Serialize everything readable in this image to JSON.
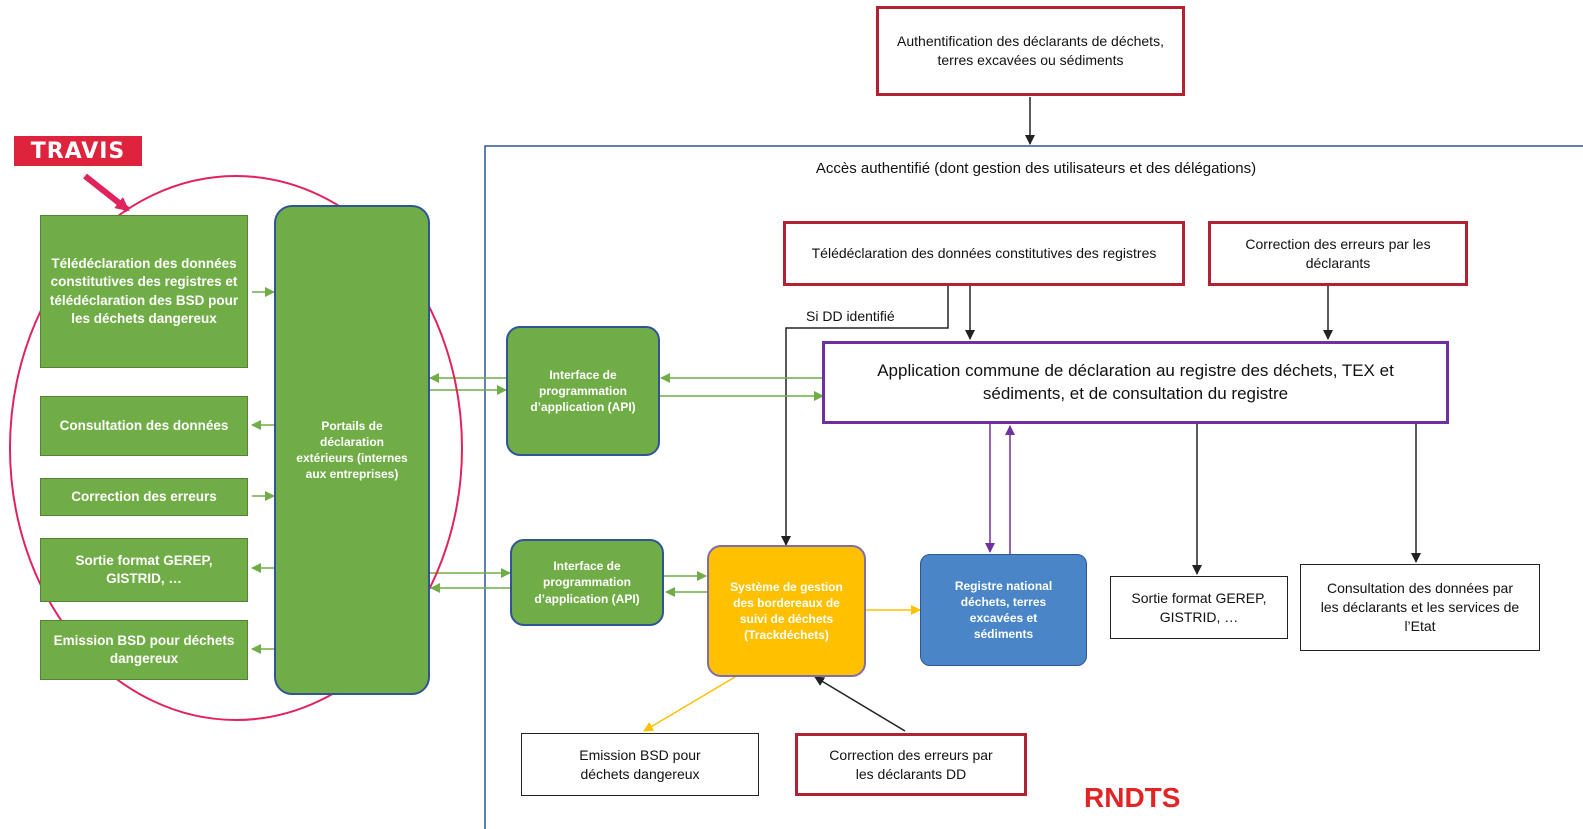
{
  "logo": {
    "text": "TRAVIS"
  },
  "top_box": "Authentification des déclarants de déchets, terres excavées ou sédiments",
  "authenticated_area_title": "Accès authentifié (dont gestion des utilisateurs et des délégations)",
  "left_actions": [
    "Télédéclaration des données constitutives des registres et télédéclaration des BSD pour les déchets dangereux",
    "Consultation des données",
    "Correction des erreurs",
    "Sortie format GEREP, GISTRID, …",
    "Emission BSD pour déchets dangereux"
  ],
  "portal": "Portails de déclaration extérieurs (internes aux entreprises)",
  "api_label": "Interface de programmation d’application (API)",
  "teledeclaration": "Télédéclaration des données constitutives des registres",
  "correction_top": "Correction des erreurs par les déclarants",
  "si_dd": "Si DD identifié",
  "application": "Application commune de déclaration au registre des déchets, TEX et sédiments, et de consultation du registre",
  "trackdechets": "Système de gestion des bordereaux de suivi de déchets (Trackdéchets)",
  "registre": "Registre national déchets, terres excavées et sédiments",
  "sortie_right": "Sortie format GEREP, GISTRID, …",
  "consultation_right": "Consultation des données par les déclarants et les services de l’Etat",
  "emission_bottom": "Emission BSD pour déchets dangereux",
  "correction_dd": "Correction des erreurs par les déclarants DD",
  "rndts": "RNDTS",
  "colors": {
    "green": "#70ad47",
    "red_border": "#b22234",
    "purple_border": "#7030a0",
    "yellow": "#ffc000",
    "blue": "#4a86c7",
    "highlight": "#e0235d",
    "rndts": "#e32424"
  }
}
